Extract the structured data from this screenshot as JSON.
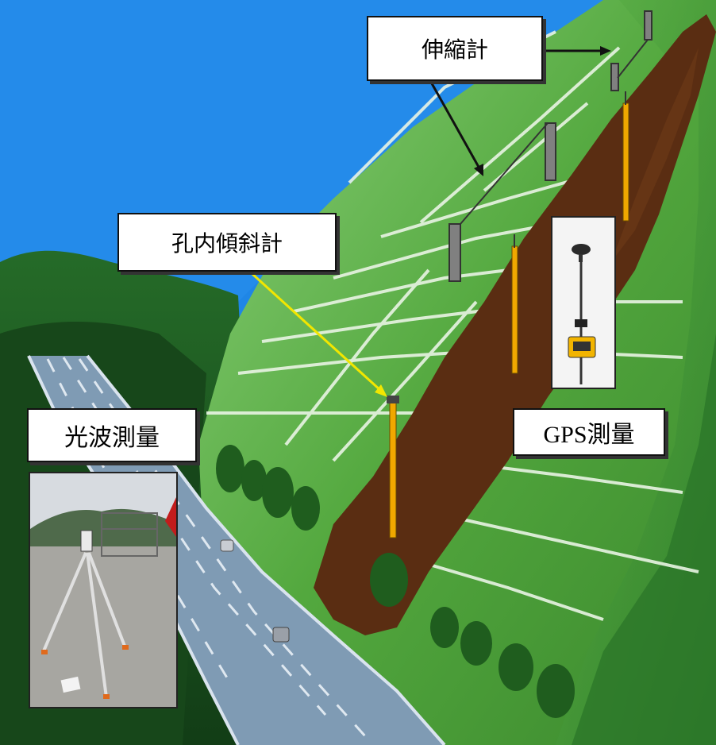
{
  "labels": {
    "extensometer": "伸縮計",
    "inclinometer": "孔内傾斜計",
    "total_station": "光波測量",
    "gps": "GPS測量"
  },
  "colors": {
    "sky": "#1f86e6",
    "slope_grass": "#4ea03a",
    "forest": "#1d5a22",
    "soil_band": "#5a2d12",
    "road": "#7f9bb4",
    "leader_yellow": "#f2e600",
    "leader_black": "#111111"
  },
  "icons": [
    "extensometer-icon",
    "inclinometer-pipe-icon",
    "gps-receiver-icon",
    "tripod-icon",
    "car-icon",
    "tree-icon"
  ]
}
